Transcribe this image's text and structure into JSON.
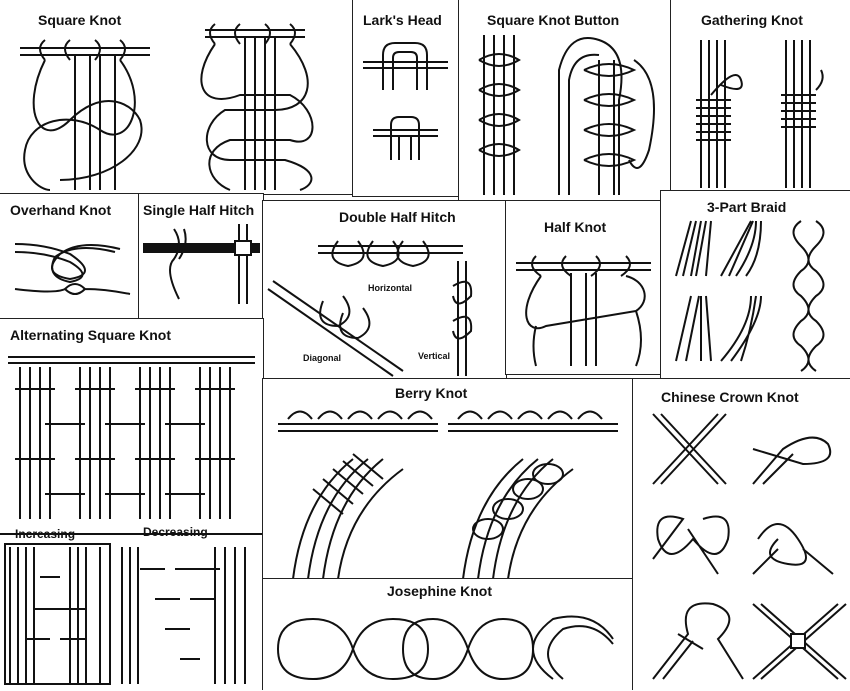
{
  "panels": {
    "square_knot": {
      "title": "Square Knot"
    },
    "larks_head": {
      "title": "Lark's Head"
    },
    "square_knot_button": {
      "title": "Square Knot Button"
    },
    "gathering_knot": {
      "title": "Gathering Knot"
    },
    "overhand_knot": {
      "title": "Overhand Knot"
    },
    "single_half_hitch": {
      "title": "Single Half Hitch"
    },
    "double_half_hitch": {
      "title": "Double Half Hitch",
      "labels": {
        "horizontal": "Horizontal",
        "diagonal": "Diagonal",
        "vertical": "Vertical"
      }
    },
    "half_knot": {
      "title": "Half Knot"
    },
    "three_part_braid": {
      "title": "3-Part Braid"
    },
    "alternating_square_knot": {
      "title": "Alternating Square Knot",
      "increasing": "Increasing",
      "decreasing": "Decreasing"
    },
    "berry_knot": {
      "title": "Berry Knot"
    },
    "josephine_knot": {
      "title": "Josephine Knot"
    },
    "chinese_crown_knot": {
      "title": "Chinese Crown Knot"
    }
  }
}
